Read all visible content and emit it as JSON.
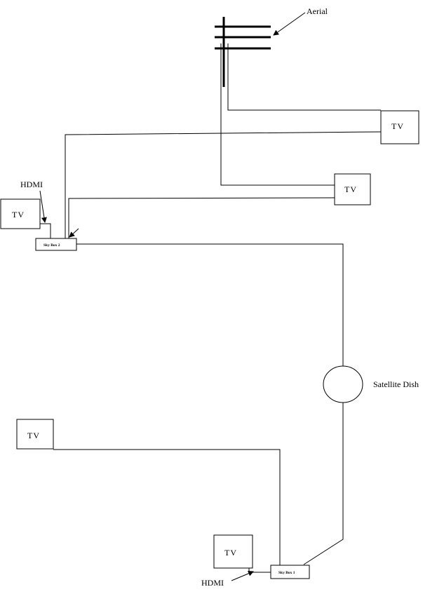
{
  "labels": {
    "aerial": "Aerial",
    "satellite_dish": "Satellite Dish",
    "hdmi_top": "HDMI",
    "hdmi_bottom": "HDMI",
    "sky_box_2": "Sky Box 2",
    "sky_box_1": "Sky Box 1"
  },
  "tvs": [
    {
      "label": "TV"
    },
    {
      "label": "TV"
    },
    {
      "label": "TV"
    },
    {
      "label": "TV"
    },
    {
      "label": "TV"
    }
  ],
  "colors": {
    "line": "#000000",
    "background": "#ffffff"
  }
}
